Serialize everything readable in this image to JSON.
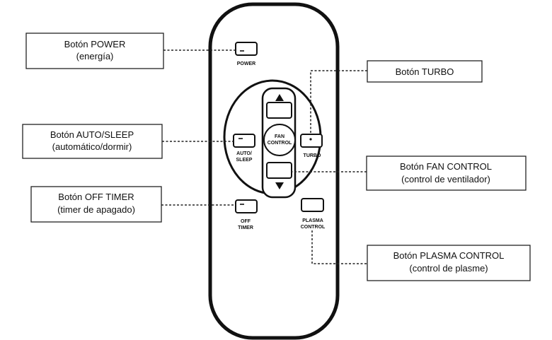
{
  "callouts": {
    "power": {
      "line1": "Botón POWER",
      "line2": "(energía)"
    },
    "turbo": {
      "line1": "Botón TURBO"
    },
    "auto_sleep": {
      "line1": "Botón AUTO/SLEEP",
      "line2": "(automático/dormir)"
    },
    "fan_control": {
      "line1": "Botón FAN CONTROL",
      "line2": "(control de ventilador)"
    },
    "off_timer": {
      "line1": "Botón OFF TIMER",
      "line2": "(timer de apagado)"
    },
    "plasma_control": {
      "line1": "Botón PLASMA CONTROL",
      "line2": "(control de plasme)"
    }
  },
  "remote": {
    "power": "POWER",
    "auto_line1": "AUTO/",
    "auto_line2": "SLEEP",
    "fan_line1": "FAN",
    "fan_line2": "CONTROL",
    "turbo": "TURBO",
    "off_line1": "OFF",
    "off_line2": "TIMER",
    "plasma_line1": "PLASMA",
    "plasma_line2": "CONTROL"
  }
}
